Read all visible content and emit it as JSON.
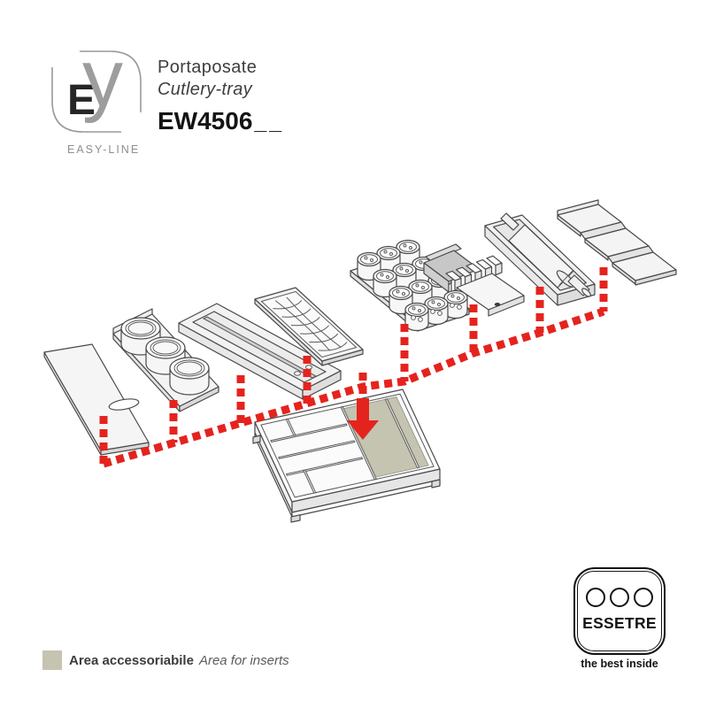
{
  "logo": {
    "letter_primary": "E",
    "letter_secondary": "y",
    "subtitle": "EASY-LINE"
  },
  "header": {
    "title_italian": "Portaposate",
    "title_english": "Cutlery-tray",
    "model_code": "EW4506",
    "model_suffix": "__"
  },
  "legend": {
    "swatch_color": "#c4c4b0",
    "label_bold": "Area accessoriabile",
    "label_italic": "Area for inserts"
  },
  "brand_badge": {
    "name": "ESSETRE",
    "tagline": "the best inside"
  },
  "colors": {
    "accent_red": "#e5231e",
    "insert_area": "#c4c4b0",
    "outline": "#4a4a4a"
  },
  "diagram": {
    "items": [
      "cutting-board",
      "round-jars-insert",
      "groove-insert",
      "wave-grid-insert",
      "spice-jars-insert",
      "knife-block-insert",
      "rolling-pin-insert",
      "step-insert",
      "cutlery-tray"
    ]
  }
}
